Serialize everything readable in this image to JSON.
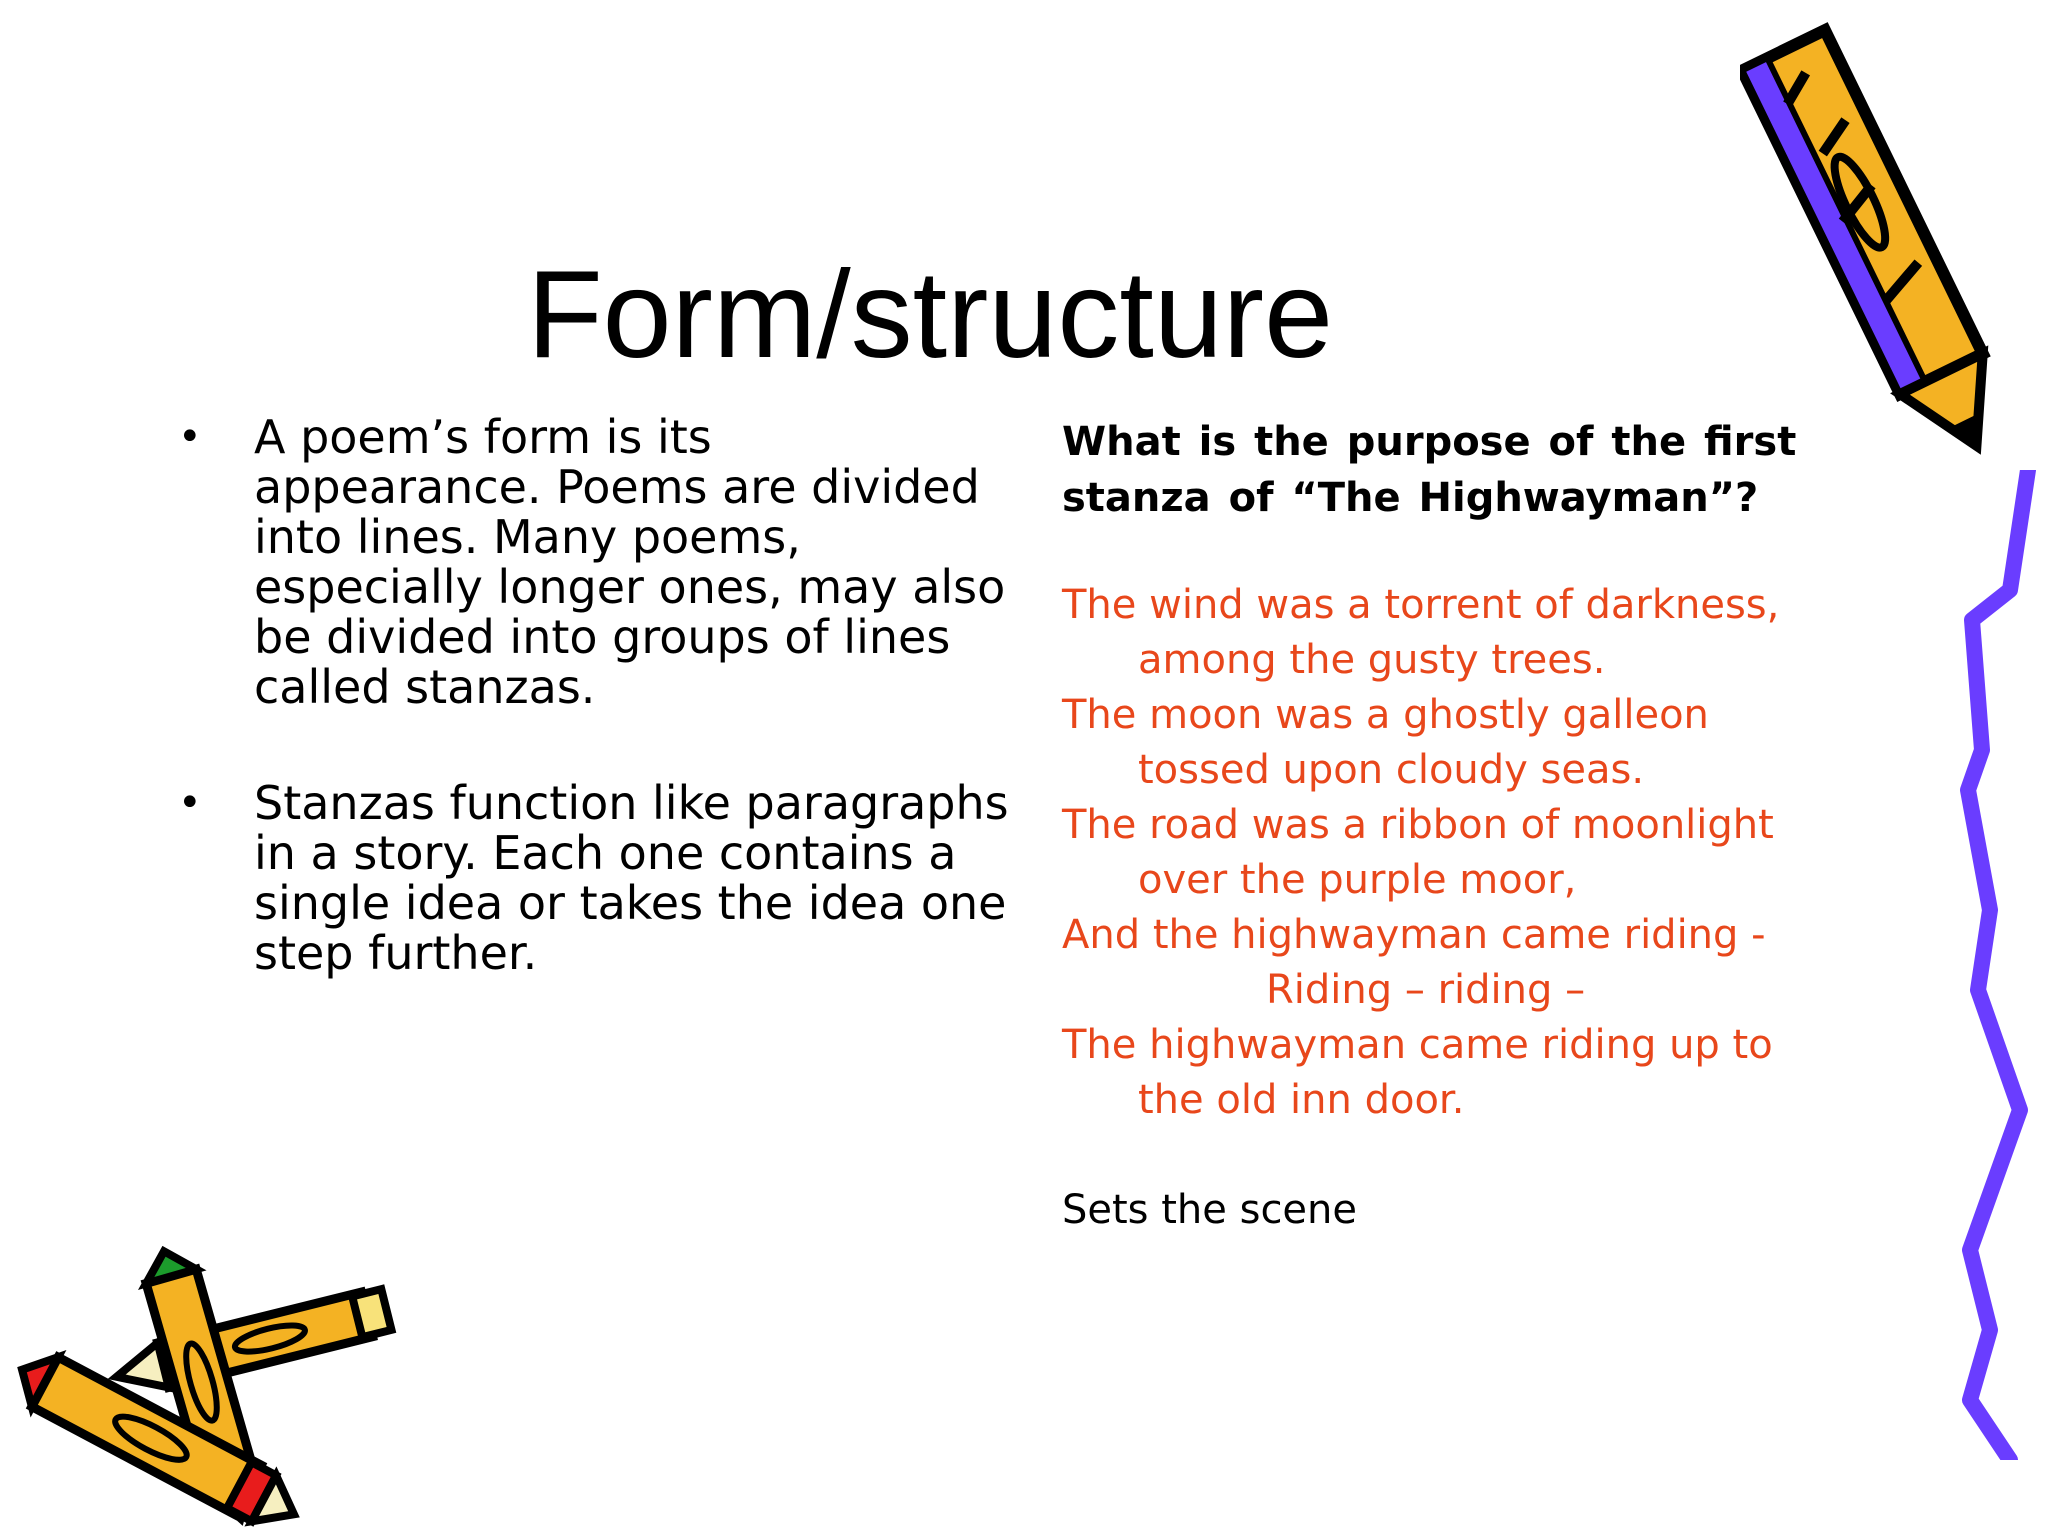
{
  "slide": {
    "title": "Form/structure",
    "left_bullets": [
      "A poem’s form is its appearance.  Poems are divided into lines.  Many poems, especially longer ones, may also be divided into groups of lines called stanzas.",
      "Stanzas function like paragraphs in a story.  Each one contains a single idea or takes the idea one step further."
    ],
    "bullet_glyph": "•",
    "question": "What is the purpose of the first stanza of  “The Highwayman”?",
    "poem_lines": [
      "The wind was a torrent of darkness,",
      "among the gusty trees.",
      "The moon was a ghostly galleon",
      "tossed upon cloudy seas.",
      "The road was a ribbon of moonlight",
      "over the purple moor,",
      "And the highwayman came riding -",
      "Riding – riding –",
      "The highwayman came riding up to",
      "the old inn door."
    ],
    "answer": "Sets the scene"
  },
  "colors": {
    "poem_text": "#e8471b",
    "pencil_yellow": "#f4b223",
    "squiggle_purple": "#6a3dff",
    "crayon_red": "#e81c1c",
    "crayon_green": "#1c9c2c"
  },
  "decorations": {
    "top_right": "pencil-icon",
    "right_edge": "squiggle-line",
    "bottom_left": "crayons-icon"
  }
}
